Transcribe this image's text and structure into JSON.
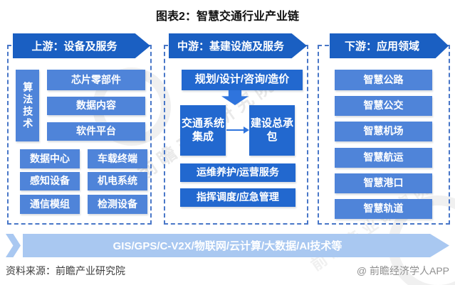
{
  "title": "图表2：智慧交通行业产业链",
  "upstream": {
    "header": "上游：设备及服务",
    "side_box": "算法技术",
    "top_boxes": [
      "芯片零部件",
      "数据内容",
      "软件平台"
    ],
    "grid_boxes": [
      "数据中心",
      "车载终端",
      "感知设备",
      "机电系统",
      "通信模组",
      "检测设备"
    ]
  },
  "midstream": {
    "header": "中游：基建设施及服务",
    "top_box": "规划/设计/咨询/造价",
    "flow_boxes": [
      "交通系统集成",
      "建设总承包"
    ],
    "bottom_boxes": [
      "运维养护/运营服务",
      "指挥调度/应急管理"
    ]
  },
  "downstream": {
    "header": "下游：应用领域",
    "boxes": [
      "智慧公路",
      "智慧公交",
      "智慧机场",
      "智慧航运",
      "智慧港口",
      "智慧轨道"
    ]
  },
  "banner": "GIS/GPS/C-V2X/物联网/云计算/大数据/AI技术等",
  "footer": {
    "source": "资料来源：前瞻产业研究院",
    "credit": "@ 前瞻经济学人APP"
  },
  "watermark": "前瞻产业研究院",
  "colors": {
    "header-blue": "#1a5fc2",
    "box-blue": "#4f84d9",
    "box-dark-blue": "#2268cf",
    "arrow-blue": "#2f74dd",
    "banner-blue": "#a9c8f1",
    "border-blue": "#4977c8",
    "source-gray": "#3d3d3d",
    "credit-gray": "#8f8f8f"
  }
}
